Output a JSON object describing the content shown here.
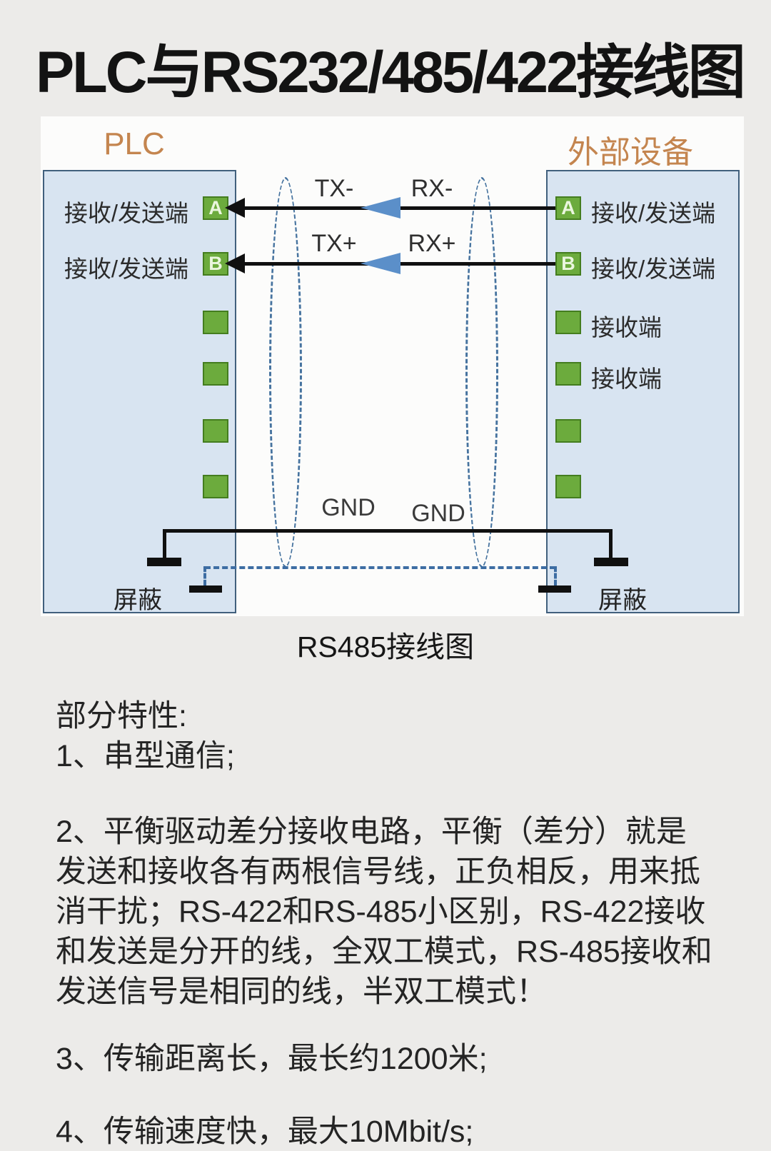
{
  "title": "PLC与RS232/485/422接线图",
  "diagram": {
    "plc_label": "PLC",
    "external_label": "外部设备",
    "left_row_a_label": "接收/发送端",
    "left_row_b_label": "接收/发送端",
    "right_row_a_label": "接收/发送端",
    "right_row_b_label": "接收/发送端",
    "right_row_3_label": "接收端",
    "right_row_4_label": "接收端",
    "terminal_a": "A",
    "terminal_b": "B",
    "signals": {
      "tx_minus": "TX-",
      "rx_minus": "RX-",
      "tx_plus": "TX+",
      "rx_plus": "RX+"
    },
    "gnd_left": "GND",
    "gnd_right": "GND",
    "shield_left": "屏蔽",
    "shield_right": "屏蔽",
    "caption": "RS485接线图"
  },
  "features": {
    "heading": "部分特性:",
    "item1": "1、串型通信;",
    "item2_lines": [
      "2、平衡驱动差分接收电路，平衡（差分）就是",
      "发送和接收各有两根信号线，正负相反，用来抵",
      "消干扰；RS-422和RS-485小区别，RS-422接收",
      "和发送是分开的线，全双工模式，RS-485接收和",
      "发送信号是相同的线，半双工模式！"
    ],
    "item3": "3、传输距离长，最长约1200米;",
    "item4": "4、传输速度快，最大10Mbit/s;"
  },
  "colors": {
    "accent_orange": "#c4854f",
    "terminal_green": "#6cab3d",
    "panel_blue": "#d8e4f1",
    "wire_arrow_blue": "#5b8fc9",
    "dashed_blue": "#3d6da3"
  }
}
